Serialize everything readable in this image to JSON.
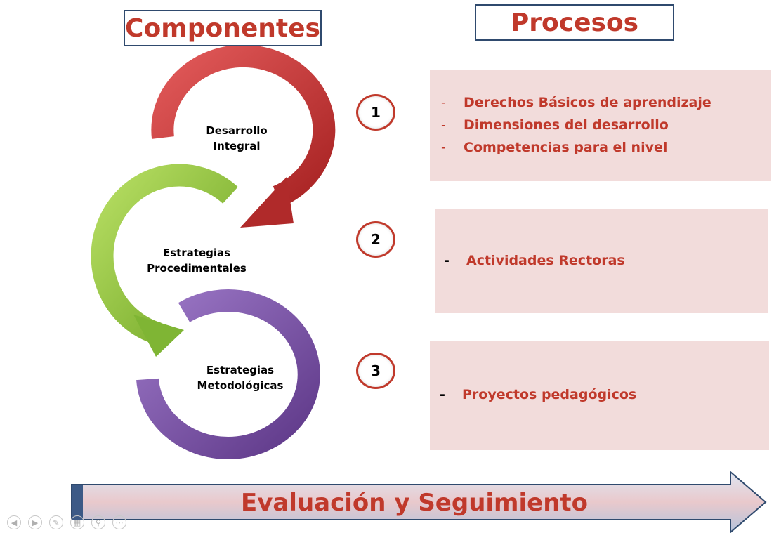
{
  "headers": {
    "componentes": "Componentes",
    "procesos": "Procesos"
  },
  "components": [
    {
      "line1": "Desarrollo",
      "line2": "Integral",
      "color": "#c83a3a"
    },
    {
      "line1": "Estrategias",
      "line2": "Procedimentales",
      "color": "#8cc63f"
    },
    {
      "line1": "Estrategias",
      "line2": "Metodológicas",
      "color": "#7d52a8"
    }
  ],
  "steps": [
    "1",
    "2",
    "3"
  ],
  "processes": [
    {
      "dash": "-",
      "items": [
        "Derechos Básicos de aprendizaje",
        "Dimensiones del desarrollo",
        "Competencias para el nivel"
      ]
    },
    {
      "dash": "-",
      "items": [
        "Actividades Rectoras"
      ]
    },
    {
      "dash": "-",
      "items": [
        "Proyectos pedagógicos"
      ]
    }
  ],
  "footer": {
    "arrow_label": "Evaluación y Seguimiento"
  },
  "controls": [
    "prev-icon",
    "next-icon",
    "pen-icon",
    "slides-icon",
    "zoom-icon",
    "more-icon"
  ],
  "colors": {
    "accent_red": "#c0392b",
    "header_border": "#2f4a6e",
    "process_box": "#f2dcdb",
    "eval_arrow": "#c9d3e6"
  }
}
